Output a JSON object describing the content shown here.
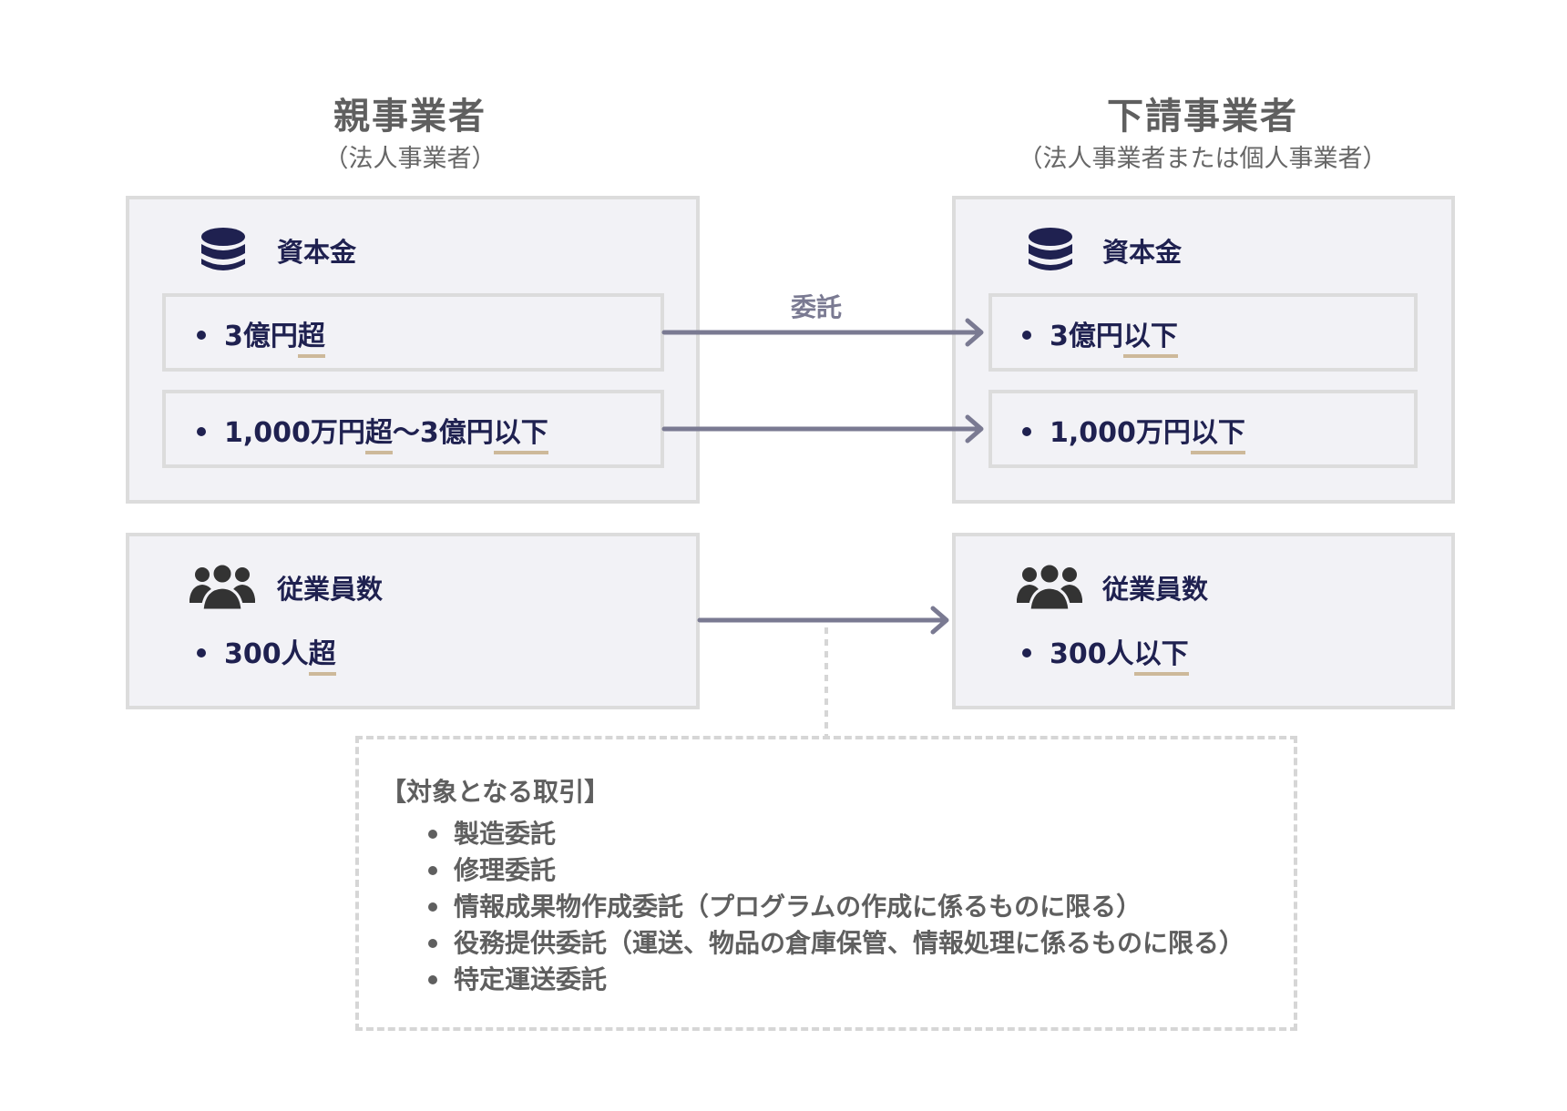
{
  "parent": {
    "title": "親事業者",
    "subtitle": "（法人事業者）",
    "capital": {
      "heading": "資本金",
      "items": [
        {
          "pre": "3億円",
          "ul1": "超",
          "mid": "",
          "ul2": ""
        },
        {
          "pre": "1,000万円",
          "ul1": "超",
          "mid": "〜3億円",
          "ul2": "以下"
        }
      ]
    },
    "employees": {
      "heading": "従業員数",
      "item": {
        "pre": "300人",
        "ul": "超"
      }
    }
  },
  "sub": {
    "title": "下請事業者",
    "subtitle": "（法人事業者または個人事業者）",
    "capital": {
      "heading": "資本金",
      "items": [
        {
          "pre": "3億円",
          "ul": "以下"
        },
        {
          "pre": "1,000万円",
          "ul": "以下"
        }
      ]
    },
    "employees": {
      "heading": "従業員数",
      "item": {
        "pre": "300人",
        "ul": "以下"
      }
    }
  },
  "arrow_label": "委託",
  "transactions": {
    "title": "【対象となる取引】",
    "items": [
      "製造委託",
      "修理委託",
      "情報成果物作成委託（プログラムの作成に係るものに限る）",
      "役務提供委託（運送、物品の倉庫保管、情報処理に係るものに限る）",
      "特定運送委託"
    ]
  },
  "colors": {
    "navy": "#1f2150",
    "arrow": "#7a7a92",
    "underline": "#cdb99a",
    "panel_bg": "#f2f2f6",
    "border": "#dcdcdc"
  }
}
